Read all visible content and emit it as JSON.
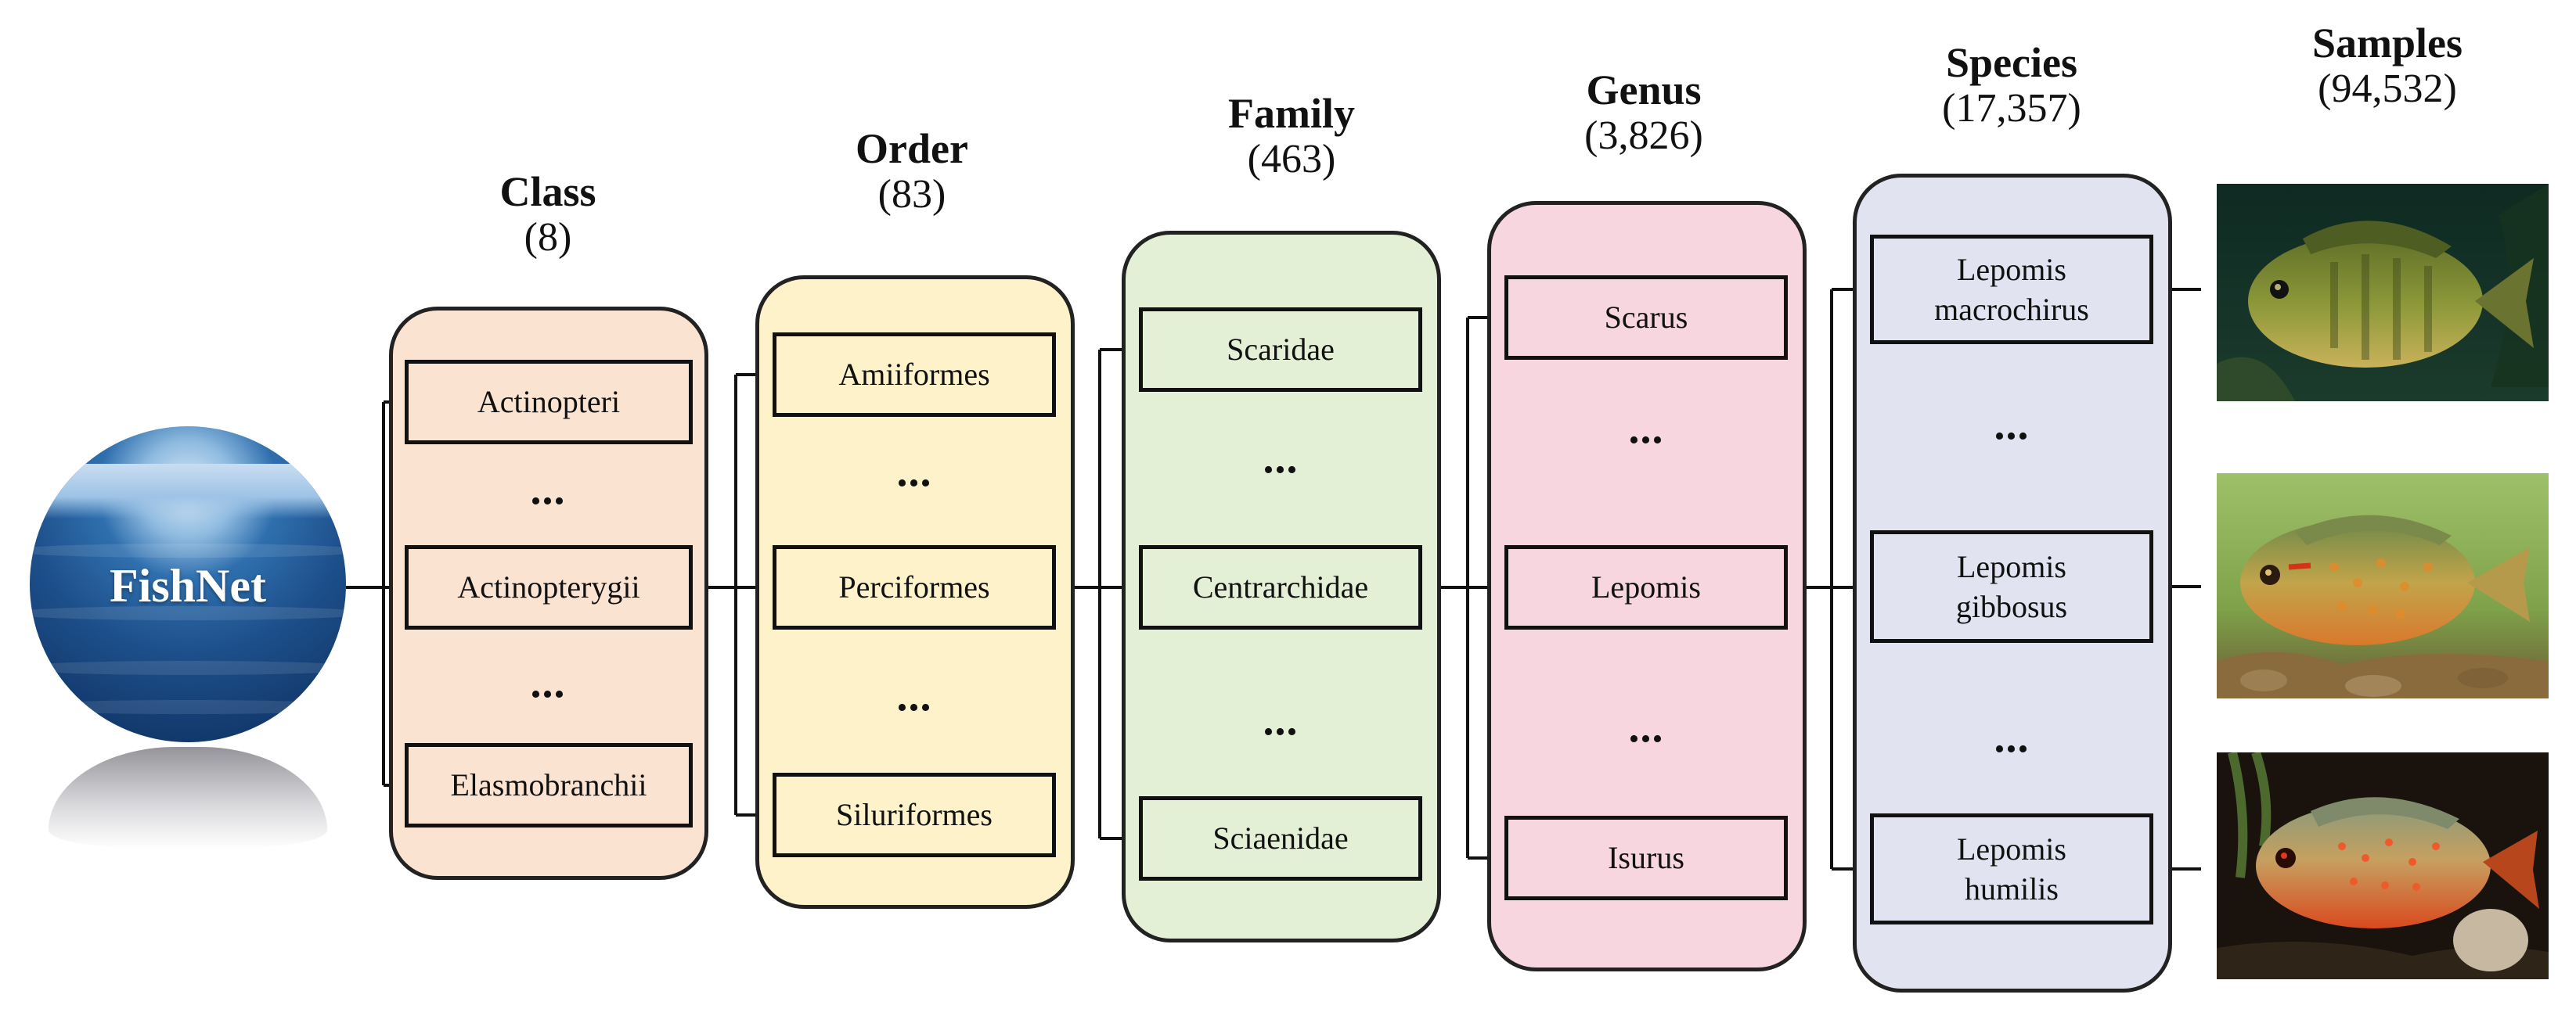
{
  "logo": {
    "text": "FishNet"
  },
  "columns": [
    {
      "key": "class",
      "name": "Class",
      "count": "(8)",
      "color": "#fbe3d1",
      "top": "Actinopteri",
      "middle": "Actinopterygii",
      "bottom": "Elasmobranchii"
    },
    {
      "key": "order",
      "name": "Order",
      "count": "(83)",
      "color": "#fdf2c9",
      "top": "Amiiformes",
      "middle": "Perciformes",
      "bottom": "Siluriformes"
    },
    {
      "key": "family",
      "name": "Family",
      "count": "(463)",
      "color": "#e4f0d6",
      "top": "Scaridae",
      "middle": "Centrarchidae",
      "bottom": "Sciaenidae"
    },
    {
      "key": "genus",
      "name": "Genus",
      "count": "(3,826)",
      "color": "#f7d6df",
      "top": "Scarus",
      "middle": "Lepomis",
      "bottom": "Isurus"
    },
    {
      "key": "species",
      "name": "Species",
      "count": "(17,357)",
      "color": "#e1e4f0",
      "top": "Lepomis\nmacrochirus",
      "middle": "Lepomis\ngibbosus",
      "bottom": "Lepomis\nhumilis"
    }
  ],
  "samples": {
    "name": "Samples",
    "count": "(94,532)"
  },
  "ellipsis": "..."
}
